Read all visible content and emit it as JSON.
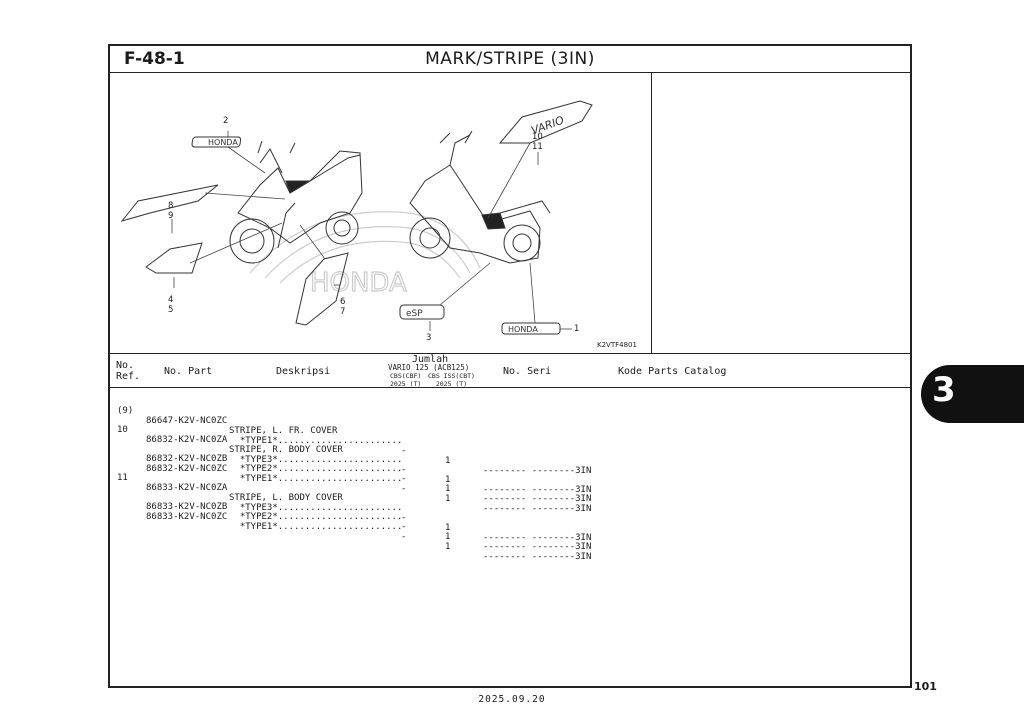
{
  "figure": {
    "code": "F-48-1",
    "title": "MARK/STRIPE (3IN)"
  },
  "illustration": {
    "code": "K2VTF4801",
    "callouts": [
      "2",
      "8",
      "9",
      "4",
      "5",
      "6",
      "7",
      "3",
      "10",
      "11",
      "1"
    ],
    "decal_texts": {
      "honda_small": "HONDA",
      "honda_large": "HONDA",
      "vario": "VARIO",
      "emblem": "eSP"
    }
  },
  "table_header": {
    "ref": "No.\nRef.",
    "part": "No. Part",
    "desc": "Deskripsi",
    "qty_title": "Jumlah",
    "qty_model": "VARIO 125 (ACB125)",
    "qty_col1": "CBS(CBF)\n2025 (T)",
    "qty_col2": "CBS ISS(CBT)\n2025 (T)",
    "serial": "No. Seri",
    "kode": "Kode Parts Catalog"
  },
  "rows": [
    {
      "ref": "(9)",
      "part": "86647-K2V-NC0ZC",
      "desc": "STRIPE, L. FR. COVER",
      "q1": "",
      "q2": "",
      "serial": ""
    },
    {
      "ref": "",
      "part": "",
      "desc": "  *TYPE1*.......................",
      "q1": "-",
      "q2": "1",
      "serial": "-------- --------3IN"
    },
    {
      "ref": "10",
      "part": "86832-K2V-NC0ZA",
      "desc": "STRIPE, R. BODY COVER",
      "q1": "",
      "q2": "",
      "serial": ""
    },
    {
      "ref": "",
      "part": "",
      "desc": "  *TYPE3*.......................",
      "q1": "-",
      "q2": "1",
      "serial": "-------- --------3IN"
    },
    {
      "ref": "",
      "part": "86832-K2V-NC0ZB",
      "desc": "  *TYPE2*.......................",
      "q1": "-",
      "q2": "1",
      "serial": "-------- --------3IN"
    },
    {
      "ref": "",
      "part": "86832-K2V-NC0ZC",
      "desc": "  *TYPE1*.......................",
      "q1": "-",
      "q2": "1",
      "serial": "-------- --------3IN"
    },
    {
      "ref": "11",
      "part": "86833-K2V-NC0ZA",
      "desc": "STRIPE, L. BODY COVER",
      "q1": "",
      "q2": "",
      "serial": ""
    },
    {
      "ref": "",
      "part": "",
      "desc": "  *TYPE3*.......................",
      "q1": "-",
      "q2": "1",
      "serial": "-------- --------3IN"
    },
    {
      "ref": "",
      "part": "86833-K2V-NC0ZB",
      "desc": "  *TYPE2*.......................",
      "q1": "-",
      "q2": "1",
      "serial": "-------- --------3IN"
    },
    {
      "ref": "",
      "part": "86833-K2V-NC0ZC",
      "desc": "  *TYPE1*.......................",
      "q1": "-",
      "q2": "1",
      "serial": "-------- --------3IN"
    }
  ],
  "chapter_tab": "3",
  "page_number": "101",
  "footer_date": "2025.09.20"
}
